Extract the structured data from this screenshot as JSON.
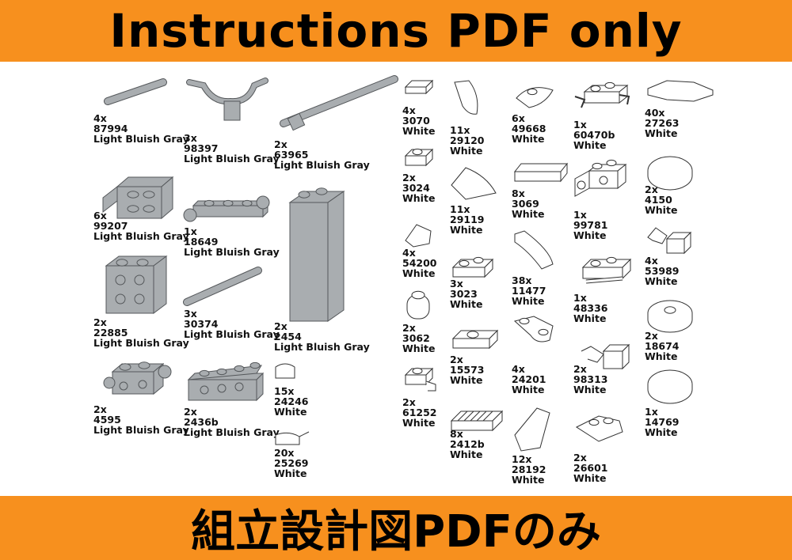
{
  "header": {
    "title": "Instructions PDF only",
    "bg_color": "#f7901e"
  },
  "footer": {
    "title": "組立設計図PDFのみ",
    "bg_color": "#f7901e"
  },
  "parts": [
    {
      "qty": "4x",
      "id": "87994",
      "color": "Light Bluish Gray",
      "icon": "bar-short-icon"
    },
    {
      "qty": "3x",
      "id": "98397",
      "color": "Light Bluish Gray",
      "icon": "handlebars-icon"
    },
    {
      "qty": "2x",
      "id": "63965",
      "color": "Light Bluish Gray",
      "icon": "bar-long-stop-icon"
    },
    {
      "qty": "6x",
      "id": "99207",
      "color": "Light Bluish Gray",
      "icon": "bracket-2x2-icon"
    },
    {
      "qty": "1x",
      "id": "18649",
      "color": "Light Bluish Gray",
      "icon": "plate-handles-icon"
    },
    {
      "qty": "2x",
      "id": "22885",
      "color": "Light Bluish Gray",
      "icon": "brick-studs-side-icon"
    },
    {
      "qty": "3x",
      "id": "30374",
      "color": "Light Bluish Gray",
      "icon": "bar-4l-icon"
    },
    {
      "qty": "2x",
      "id": "2454",
      "color": "Light Bluish Gray",
      "icon": "brick-tall-icon"
    },
    {
      "qty": "2x",
      "id": "4595",
      "color": "Light Bluish Gray",
      "icon": "brick-modified-icon"
    },
    {
      "qty": "2x",
      "id": "2436b",
      "color": "Light Bluish Gray",
      "icon": "bracket-1x4-icon"
    },
    {
      "qty": "15x",
      "id": "24246",
      "color": "White",
      "icon": "tile-round-corner-icon"
    },
    {
      "qty": "20x",
      "id": "25269",
      "color": "White",
      "icon": "tile-quarter-round-icon"
    },
    {
      "qty": "4x",
      "id": "3070",
      "color": "White",
      "icon": "tile-1x1-icon"
    },
    {
      "qty": "2x",
      "id": "3024",
      "color": "White",
      "icon": "plate-1x1-icon"
    },
    {
      "qty": "4x",
      "id": "54200",
      "color": "White",
      "icon": "slope-cheese-icon"
    },
    {
      "qty": "2x",
      "id": "3062",
      "color": "White",
      "icon": "brick-round-icon"
    },
    {
      "qty": "2x",
      "id": "61252",
      "color": "White",
      "icon": "plate-clip-icon"
    },
    {
      "qty": "11x",
      "id": "29120",
      "color": "White",
      "icon": "wedge-left-icon"
    },
    {
      "qty": "11x",
      "id": "29119",
      "color": "White",
      "icon": "wedge-right-icon"
    },
    {
      "qty": "3x",
      "id": "3023",
      "color": "White",
      "icon": "plate-1x2-icon"
    },
    {
      "qty": "2x",
      "id": "15573",
      "color": "White",
      "icon": "jumper-plate-icon"
    },
    {
      "qty": "8x",
      "id": "2412b",
      "color": "White",
      "icon": "grille-tile-icon"
    },
    {
      "qty": "6x",
      "id": "49668",
      "color": "White",
      "icon": "plate-tooth-icon"
    },
    {
      "qty": "8x",
      "id": "3069",
      "color": "White",
      "icon": "tile-1x2-icon"
    },
    {
      "qty": "38x",
      "id": "11477",
      "color": "White",
      "icon": "slope-curved-icon"
    },
    {
      "qty": "4x",
      "id": "24201",
      "color": "White",
      "icon": "slope-inverted-icon"
    },
    {
      "qty": "12x",
      "id": "28192",
      "color": "White",
      "icon": "slope-1x2-icon"
    },
    {
      "qty": "1x",
      "id": "60470b",
      "color": "White",
      "icon": "plate-clips-icon"
    },
    {
      "qty": "1x",
      "id": "99781",
      "color": "White",
      "icon": "bracket-1x2-icon"
    },
    {
      "qty": "1x",
      "id": "48336",
      "color": "White",
      "icon": "plate-handle-icon"
    },
    {
      "qty": "2x",
      "id": "98313",
      "color": "White",
      "icon": "clip-bar-icon"
    },
    {
      "qty": "2x",
      "id": "26601",
      "color": "White",
      "icon": "wedge-plate-icon"
    },
    {
      "qty": "40x",
      "id": "27263",
      "color": "White",
      "icon": "tile-corner-cut-icon"
    },
    {
      "qty": "2x",
      "id": "4150",
      "color": "White",
      "icon": "tile-round-2x2-icon"
    },
    {
      "qty": "4x",
      "id": "53989",
      "color": "White",
      "icon": "arm-clip-icon"
    },
    {
      "qty": "2x",
      "id": "18674",
      "color": "White",
      "icon": "plate-round-stud-icon"
    },
    {
      "qty": "1x",
      "id": "14769",
      "color": "White",
      "icon": "tile-round-2x2-plain-icon"
    }
  ]
}
